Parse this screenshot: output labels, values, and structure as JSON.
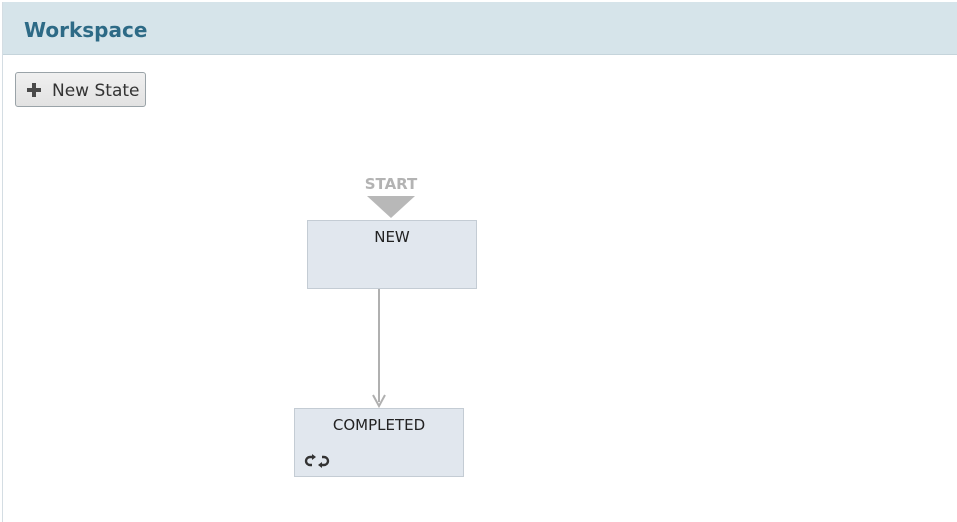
{
  "header": {
    "title": "Workspace"
  },
  "toolbar": {
    "new_state_label": "New State",
    "new_state_icon": "plus-icon"
  },
  "diagram": {
    "start_label": "START",
    "states": [
      {
        "name": "NEW"
      },
      {
        "name": "COMPLETED",
        "icon": "loop-icon"
      }
    ],
    "transitions": [
      {
        "from": "NEW",
        "to": "COMPLETED"
      }
    ],
    "colors": {
      "header_bg": "#d6e4ea",
      "header_text": "#2d6a86",
      "state_fill": "#e1e7ee",
      "state_border": "#c4ccd4",
      "start_marker": "#b8b8b8",
      "connector": "#b0b0b0"
    }
  }
}
